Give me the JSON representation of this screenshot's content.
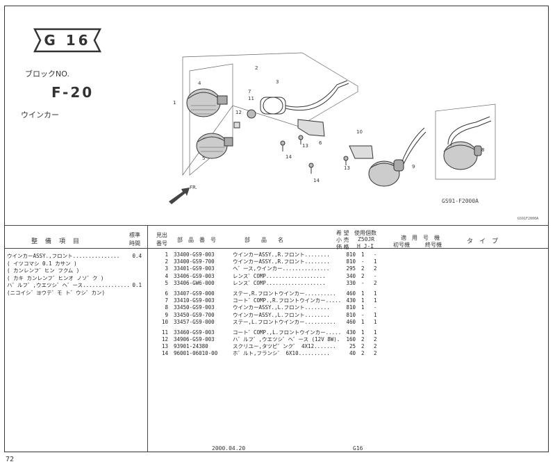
{
  "header": {
    "section_badge": "G 16",
    "block_label": "ブロックNO.",
    "block_code": "F-20",
    "block_name": "ウインカー",
    "figure_code": "GS91-F2000A",
    "figure_code_small": "GS91F2000A"
  },
  "maintenance": {
    "col_item": "整　備　項　目",
    "col_time": "標準\n時間",
    "col_time_l1": "標準",
    "col_time_l2": "時間",
    "rows": [
      {
        "item": "ウインカーASSY.,フロント...............",
        "hours": "0.4"
      },
      {
        "item": "( イツコマシ 0.1 カサン )",
        "hours": ""
      },
      {
        "item": "( カンレンフ゛ヒン フクム )",
        "hours": ""
      },
      {
        "item": "( カキ カンレンフ゛ヒンオ ノソ゛ク )",
        "hours": ""
      },
      {
        "item": "ハ゛ルフ゛,ウエツシ゛ヘ゛ース...............",
        "hours": "0.1"
      },
      {
        "item": "(ニコイシ゛ヨウテ゛モ ト゛ウシ゛カン)",
        "hours": ""
      }
    ]
  },
  "parts_header": {
    "ref_l1": "見出",
    "ref_l2": "番号",
    "part_no": "部　品　番　号",
    "part_name": "部　　品　　名",
    "price_l1": "希 望",
    "price_l2": "小 売",
    "price_l3": "価 格",
    "qty_title": "使用個数",
    "qty_model": "Z50JR",
    "qty_cols": "H  J-I",
    "model_title": "適　用　号　機",
    "model_first": "初号機",
    "model_last": "終号機",
    "type": "タ　イ　プ"
  },
  "parts": [
    {
      "no": "1",
      "pn": "33400-GS9-003",
      "name": "ウインカーASSY.,R.フロント........",
      "price": "810",
      "h": "1",
      "j": "-"
    },
    {
      "no": "2",
      "pn": "33400-GS9-700",
      "name": "ウインカーASSY.,R.フロント........",
      "price": "810",
      "h": "-",
      "j": "1"
    },
    {
      "no": "3",
      "pn": "33401-GS9-003",
      "name": "ヘ゛ース,ウインカー...............",
      "price": "295",
      "h": "2",
      "j": "2"
    },
    {
      "no": "4",
      "pn": "33406-GS9-003",
      "name": "レンス゛COMP...................",
      "price": "340",
      "h": "2",
      "j": "-"
    },
    {
      "no": "5",
      "pn": "33406-GW6-000",
      "name": "レンス゛COMP...................",
      "price": "330",
      "h": "-",
      "j": "2"
    },
    {
      "no": "6",
      "pn": "33407-GS9-000",
      "name": "ステー,R.フロントウインカー..........",
      "price": "460",
      "h": "1",
      "j": "1",
      "gap": true
    },
    {
      "no": "7",
      "pn": "33410-GS9-003",
      "name": "コート゛COMP.,R.フロントウインカー.....",
      "price": "430",
      "h": "1",
      "j": "1"
    },
    {
      "no": "8",
      "pn": "33450-GS9-003",
      "name": "ウインカーASSY.,L.フロント........",
      "price": "810",
      "h": "1",
      "j": "-"
    },
    {
      "no": "9",
      "pn": "33450-GS9-700",
      "name": "ウインカーASSY.,L.フロント........",
      "price": "810",
      "h": "-",
      "j": "1"
    },
    {
      "no": "10",
      "pn": "33457-GS9-000",
      "name": "ステー,L.フロントウインカー..........",
      "price": "460",
      "h": "1",
      "j": "1"
    },
    {
      "no": "11",
      "pn": "33460-GS9-003",
      "name": "コート゛COMP.,L.フロントウインカー.....",
      "price": "430",
      "h": "1",
      "j": "1",
      "gap": true
    },
    {
      "no": "12",
      "pn": "34906-GS9-003",
      "name": "ハ゛ルフ゛,ウエツシ゛ヘ゛ース (12V 8W).",
      "price": "160",
      "h": "2",
      "j": "2"
    },
    {
      "no": "13",
      "pn": "93901-24380",
      "name": "スクリユー,タツピ゛ンク゛ 4X12.......",
      "price": "25",
      "h": "2",
      "j": "2"
    },
    {
      "no": "14",
      "pn": "96001-06010-00",
      "name": "ホ゛ルト,フランシ゛ 6X10..........",
      "price": "40",
      "h": "2",
      "j": "2"
    }
  ],
  "diagram": {
    "callouts": [
      "1",
      "2",
      "3",
      "4",
      "5",
      "6",
      "7",
      "8",
      "9",
      "10",
      "11",
      "12",
      "13",
      "14",
      "14",
      "13"
    ],
    "arrow_label": "FR."
  },
  "footer": {
    "date": "2000.04.20",
    "code": "G16",
    "page": "72"
  }
}
